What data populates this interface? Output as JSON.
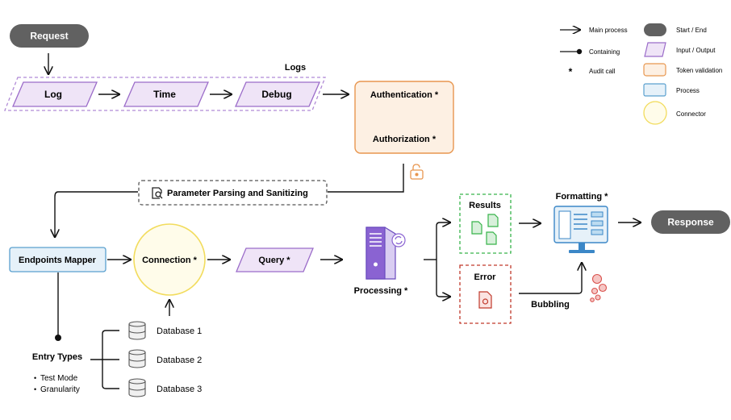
{
  "nodes": {
    "request": "Request",
    "logs_group": "Logs",
    "log": "Log",
    "time": "Time",
    "debug": "Debug",
    "authentication": "Authentication *",
    "authorization": "Authorization *",
    "param_parsing": "Parameter Parsing and Sanitizing",
    "endpoints_mapper": "Endpoints Mapper",
    "connection": "Connection *",
    "query": "Query *",
    "processing": "Processing *",
    "results": "Results",
    "error": "Error",
    "bubbling": "Bubbling",
    "formatting": "Formatting *",
    "response": "Response",
    "entry_types": "Entry Types",
    "entry_items": [
      "Test Mode",
      "Granularity"
    ],
    "databases": [
      "Database 1",
      "Database 2",
      "Database 3"
    ]
  },
  "legend": {
    "main_process": "Main process",
    "containing": "Containing",
    "audit_call_symbol": "*",
    "audit_call": "Audit call",
    "start_end": "Start / End",
    "input_output": "Input / Output",
    "token_validation": "Token validation",
    "process": "Process",
    "connector": "Connector"
  },
  "colors": {
    "start_end": "#616161",
    "io_fill": "#efe4f7",
    "io_stroke": "#9b6cc9",
    "token_fill": "#fdf0e3",
    "token_stroke": "#e8964f",
    "process_fill": "#e6f1f9",
    "process_stroke": "#5aa0cf",
    "connector_fill": "#fffcea",
    "connector_stroke": "#f2dc5d",
    "results_stroke": "#37b34a",
    "error_stroke": "#c0392b",
    "bubble": "#d9534f",
    "server": "#8a63d2"
  }
}
